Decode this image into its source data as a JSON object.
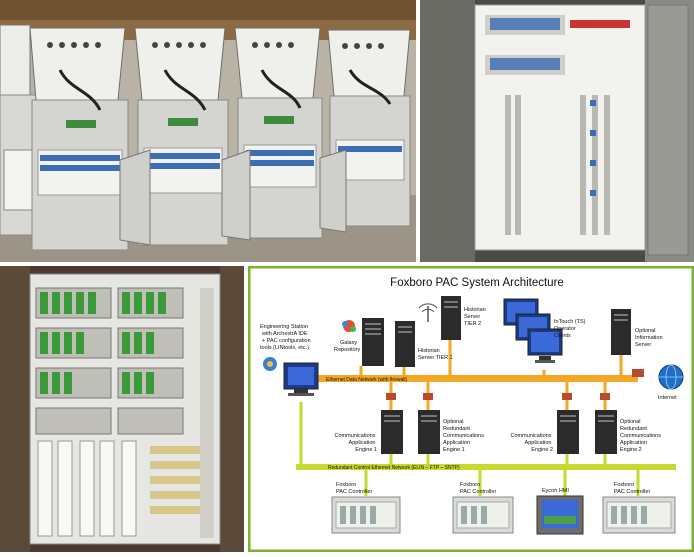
{
  "diagram": {
    "title": "Foxboro PAC System Architecture",
    "networks": {
      "ethernet_data": "Ethernet Data Network (with firewall)",
      "redundant_control": "Redundant Control Ethernet Network (ELIN – FTP – SNTP)"
    },
    "engineering_station": {
      "line1": "Engineering Station",
      "line2": "with ArchestrA IDE",
      "line3": "+ PAC configuration",
      "line4": "tools (LINtools, etc.)"
    },
    "galaxy_repository": {
      "line1": "Galaxy",
      "line2": "Repository"
    },
    "historian_tier1": {
      "line1": "Historian",
      "line2": "Server TIER 1"
    },
    "historian_tier2": {
      "line1": "Historian",
      "line2": "Server",
      "line3": "TIER 2"
    },
    "intouch_clients": {
      "line1": "InTouch (TS)",
      "line2": "Operator",
      "line3": "Clients"
    },
    "information_server": {
      "line1": "Optional",
      "line2": "Information",
      "line3": "Server"
    },
    "internet": "Internet",
    "app_engine_1": {
      "line1": "Communications",
      "line2": "Application",
      "line3": "Engine 1"
    },
    "app_engine_1_redundant": {
      "line1": "Optional",
      "line2": "Redundant",
      "line3": "Communications",
      "line4": "Application",
      "line5": "Engine 1"
    },
    "app_engine_2": {
      "line1": "Communications",
      "line2": "Application",
      "line3": "Engine 2"
    },
    "app_engine_2_redundant": {
      "line1": "Optional",
      "line2": "Redundant",
      "line3": "Communications",
      "line4": "Application",
      "line5": "Engine 2"
    },
    "controller_1": {
      "line1": "Foxboro",
      "line2": "PAC Controller"
    },
    "controller_2": {
      "line1": "Foxboro",
      "line2": "PAC Controller"
    },
    "eycon_hmi": "Eycon HMI",
    "controller_3": {
      "line1": "Foxboro",
      "line2": "PAC Controller"
    },
    "colors": {
      "frame_green": "#7bb32e",
      "data_network": "#f5a623",
      "control_network": "#c6d92e",
      "server": "#2b2b2b",
      "firewall": "#b84a2e"
    }
  }
}
